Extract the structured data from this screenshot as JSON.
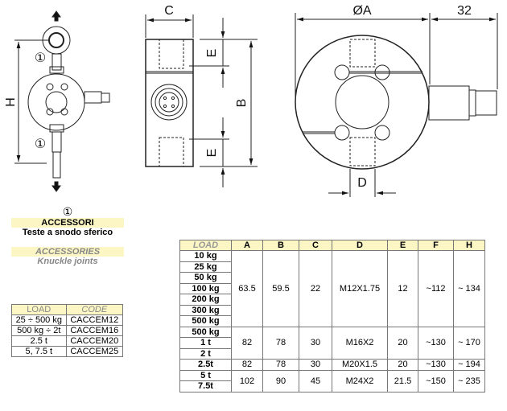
{
  "drawing": {
    "labels": {
      "C": "C",
      "E_top": "E",
      "E_bottom": "E",
      "B": "B",
      "H": "H",
      "A": "ØA",
      "connector": "32",
      "D": "D",
      "ref1_top": "①",
      "ref1_bottom": "①"
    }
  },
  "accessories": {
    "ref": "①",
    "title_it": "ACCESSORI",
    "subtitle_it": "Teste a snodo sferico",
    "title_en": "ACCESSORIES",
    "subtitle_en": "Knuckle joints",
    "headers": [
      "LOAD",
      "CODE"
    ],
    "rows": [
      [
        "25 ÷ 500 kg",
        "CACCEM12"
      ],
      [
        "500 kg ÷ 2t",
        "CACCEM16"
      ],
      [
        "2.5 t",
        "CACCEM20"
      ],
      [
        "5, 7.5 t",
        "CACCEM25"
      ]
    ]
  },
  "dimensions": {
    "headers": [
      "LOAD",
      "A",
      "B",
      "C",
      "D",
      "E",
      "F",
      "H"
    ],
    "groups": [
      {
        "loads": [
          "10 kg",
          "25 kg",
          "50 kg",
          "100 kg",
          "200 kg",
          "300 kg",
          "500 kg"
        ],
        "values": [
          "63.5",
          "59.5",
          "22",
          "M12X1.75",
          "12",
          "~112",
          "~ 134"
        ]
      },
      {
        "loads": [
          "500 kg",
          "1 t",
          "2 t"
        ],
        "values": [
          "82",
          "78",
          "30",
          "M16X2",
          "20",
          "~130",
          "~ 170"
        ]
      },
      {
        "loads": [
          "2.5t"
        ],
        "values": [
          "82",
          "78",
          "30",
          "M20X1.5",
          "20",
          "~130",
          "~ 194"
        ]
      },
      {
        "loads": [
          "5 t",
          "7.5t"
        ],
        "values": [
          "102",
          "90",
          "45",
          "M24X2",
          "21.5",
          "~150",
          "~ 235"
        ]
      }
    ]
  }
}
